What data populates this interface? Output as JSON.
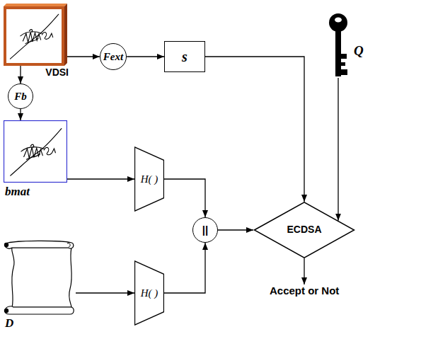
{
  "diagram": {
    "nodes": [
      {
        "text": [
          "VDSI"
        ]
      },
      {
        "text": [
          "Fext"
        ]
      },
      {
        "text": [
          "s"
        ]
      },
      {
        "text": [
          "Q"
        ]
      },
      {
        "text": [
          "Fb"
        ]
      },
      {
        "text": [
          "bmat"
        ]
      },
      {
        "text": [
          "H( )"
        ]
      },
      {
        "text": [
          "D"
        ]
      },
      {
        "text": [
          "H( )"
        ]
      },
      {
        "text": [
          "||"
        ]
      },
      {
        "text": [
          "ECDSA"
        ]
      },
      {
        "text": [
          "Accept or Not"
        ]
      }
    ],
    "edges": [
      {
        "from": 0,
        "to": 1,
        "arrow": "to"
      },
      {
        "from": 1,
        "to": 2,
        "arrow": "to"
      },
      {
        "from": 2,
        "to": 10,
        "arrow": "to"
      },
      {
        "from": 3,
        "to": 10,
        "arrow": "to"
      },
      {
        "from": 0,
        "to": 4,
        "arrow": "to"
      },
      {
        "from": 4,
        "to": 5,
        "arrow": "to"
      },
      {
        "from": 5,
        "to": 6,
        "arrow": "to"
      },
      {
        "from": 7,
        "to": 8,
        "arrow": "to"
      },
      {
        "from": 6,
        "to": 9,
        "arrow": "to"
      },
      {
        "from": 8,
        "to": 9,
        "arrow": "to"
      },
      {
        "from": 9,
        "to": 10,
        "arrow": "to"
      },
      {
        "from": 10,
        "to": 11,
        "arrow": "to"
      }
    ]
  }
}
